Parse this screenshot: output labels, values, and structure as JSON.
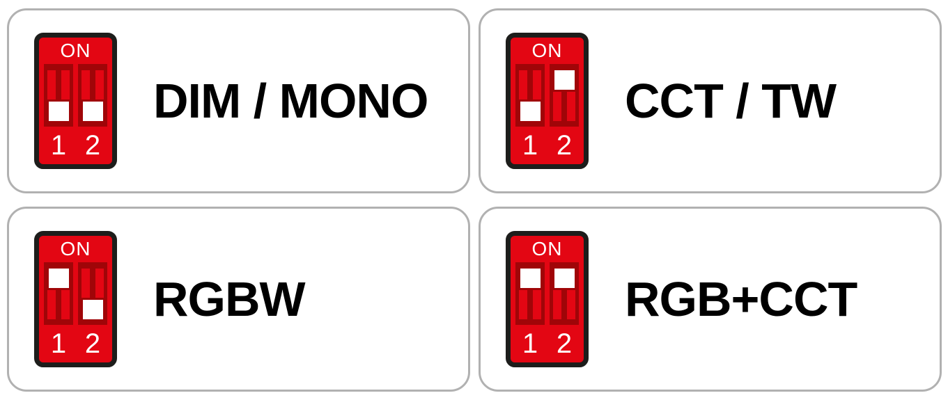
{
  "colors": {
    "card_border": "#b1b1b1",
    "switch_frame": "#1d1d1b",
    "switch_red": "#e30613",
    "slot_dark_red": "#a00508",
    "handle_white": "#ffffff",
    "label_text": "#000000"
  },
  "dip_switch": {
    "on_label": "ON",
    "positions": [
      "1",
      "2"
    ]
  },
  "panels": [
    {
      "id": "dim-mono",
      "label": "DIM / MONO",
      "switches": [
        "off",
        "off"
      ]
    },
    {
      "id": "cct-tw",
      "label": "CCT / TW",
      "switches": [
        "off",
        "on"
      ]
    },
    {
      "id": "rgbw",
      "label": "RGBW",
      "switches": [
        "on",
        "off"
      ]
    },
    {
      "id": "rgb-cct",
      "label": "RGB+CCT",
      "switches": [
        "on",
        "on"
      ]
    }
  ]
}
